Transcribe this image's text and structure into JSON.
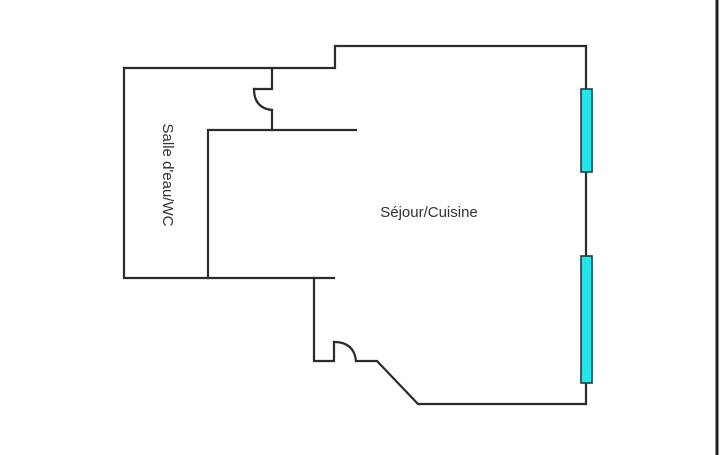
{
  "plan": {
    "rooms": [
      {
        "id": "bathroom",
        "label": "Salle d'eau/WC",
        "orientation": "vertical"
      },
      {
        "id": "living",
        "label": "Séjour/Cuisine",
        "orientation": "horizontal"
      }
    ],
    "windows": [
      {
        "id": "window-1",
        "fill": "#22e5ee"
      },
      {
        "id": "window-2",
        "fill": "#22e5ee"
      }
    ],
    "doors": [
      {
        "id": "bathroom-door"
      },
      {
        "id": "entrance-door"
      }
    ],
    "colors": {
      "wall": "#2b2b2b",
      "window": "#22e5ee",
      "background": "#ffffff"
    }
  }
}
